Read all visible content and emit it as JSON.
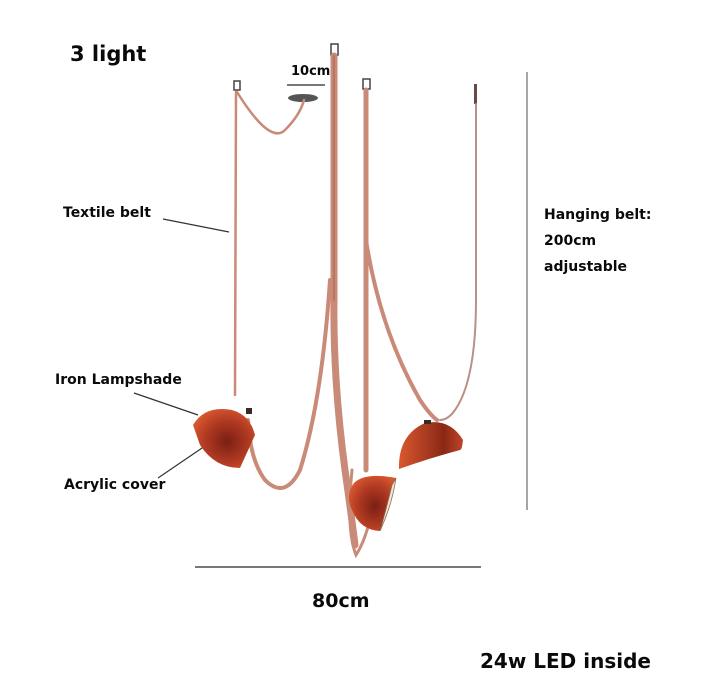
{
  "title": "3 light",
  "labels": {
    "canopy_width": "10cm",
    "textile_belt": "Textile belt",
    "iron_lampshade": "Iron Lampshade",
    "acrylic_cover": "Acrylic cover",
    "hanging_belt_line1": "Hanging belt:",
    "hanging_belt_line2": "200cm",
    "hanging_belt_line3": "adjustable",
    "overall_width": "80cm",
    "led_note": "24w LED inside"
  },
  "colors": {
    "belt": "#c98a78",
    "belt_dark": "#a8604c",
    "shade": "#c0452a",
    "shade_dark": "#7a1f14",
    "dimension_line": "#777777",
    "text": "#0a0a0a"
  },
  "diagram": {
    "lamp_count": 3,
    "components": [
      "ceiling canopy",
      "textile belt",
      "iron lampshade",
      "acrylic cover"
    ]
  }
}
